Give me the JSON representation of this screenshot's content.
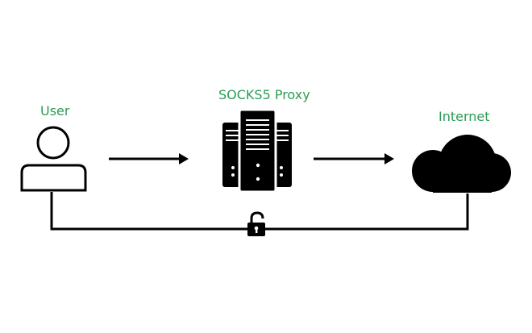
{
  "nodes": {
    "user": {
      "label": "User"
    },
    "proxy": {
      "label": "SOCKS5 Proxy"
    },
    "internet": {
      "label": "Internet"
    }
  },
  "icons": {
    "user": "user-icon",
    "proxy": "server-rack-icon",
    "internet": "cloud-icon",
    "connection": "unlocked-padlock-icon"
  },
  "colors": {
    "label": "#2a9d55",
    "stroke": "#000000",
    "background": "#ffffff"
  }
}
